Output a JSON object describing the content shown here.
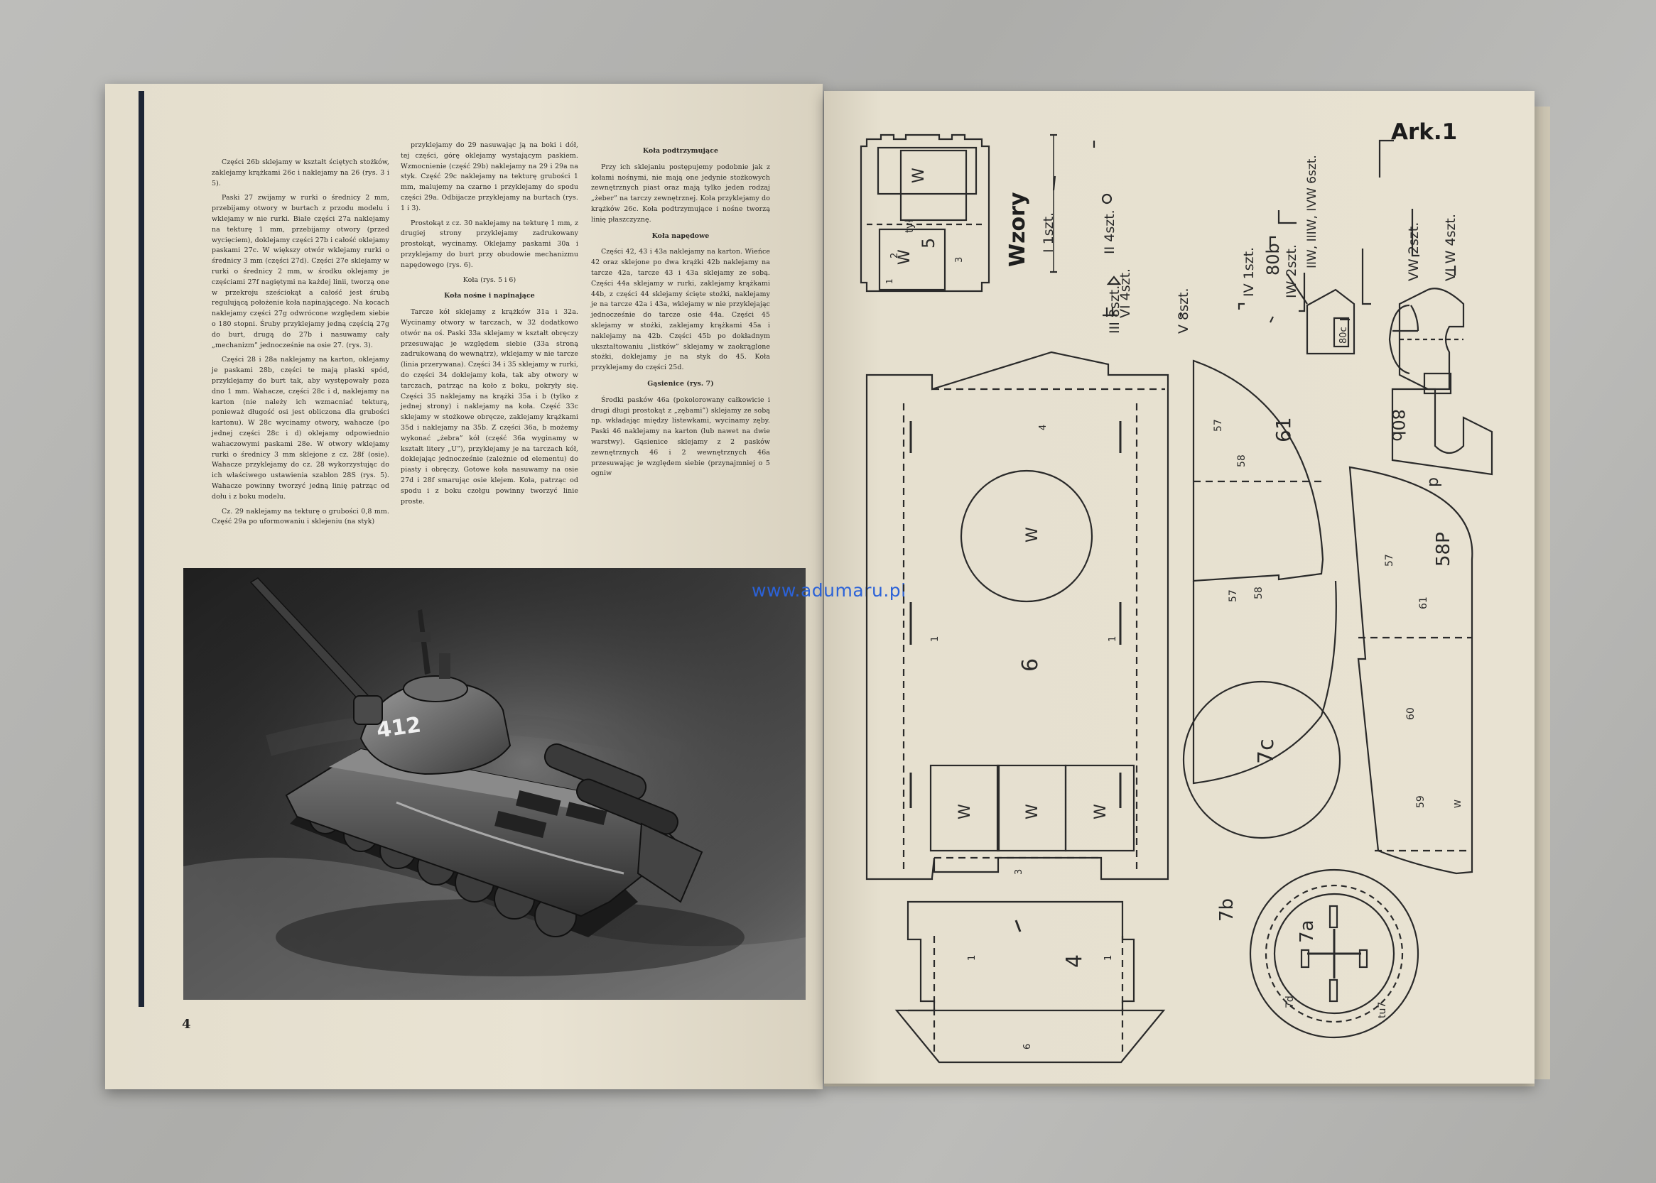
{
  "left_page": {
    "page_number": "4",
    "columns": [
      {
        "blocks": [
          {
            "type": "p",
            "text": "Części 26b sklejamy w kształt ściętych stożków, zaklejamy krążkami 26c i naklejamy na 26 (rys. 3 i 5)."
          },
          {
            "type": "p",
            "text": "Paski 27 zwijamy w rurki o średnicy 2 mm, przebijamy otwory w burtach z przodu modelu i wklejamy w nie rurki. Białe części 27a naklejamy na tekturę 1 mm, przebijamy otwory (przed wycięciem), doklejamy części 27b i całość oklejamy paskami 27c. W większy otwór wklejamy rurki o średnicy 3 mm (części 27d). Części 27e sklejamy w rurki o średnicy 2 mm, w środku oklejamy je częściami 27f nagiętymi na każdej linii, tworzą one w przekroju sześciokąt a całość jest śrubą regulującą położenie koła napinającego. Na kocach naklejamy części 27g odwrócone względem siebie o 180 stopni. Śruby przyklejamy jedną częścią 27g do burt, drugą do 27b i nasuwamy cały „mechanizm” jednocześnie na osie 27. (rys. 3)."
          },
          {
            "type": "p",
            "text": "Części 28 i 28a naklejamy na karton, oklejamy je paskami 28b, części te mają płaski spód, przyklejamy do burt tak, aby występowały poza dno 1 mm. Wahacze, części 28c i d, naklejamy na karton (nie należy ich wzmacniać tekturą, ponieważ długość osi jest obliczona dla grubości kartonu). W 28c wycinamy otwory, wahacze (po jednej części 28c i d) oklejamy odpowiednio wahaczowymi paskami 28e. W otwory wklejamy rurki o średnicy 3 mm sklejone z cz. 28f (osie). Wahacze przyklejamy do cz. 28 wykorzystując do ich właściwego ustawienia szablon 28S (rys. 5). Wahacze powinny tworzyć jedną linię patrząc od dołu i z boku modelu."
          },
          {
            "type": "p",
            "text": "Cz. 29 naklejamy na tekturę o grubości 0,8 mm. Część 29a po uformowaniu i sklejeniu (na styk)"
          }
        ]
      },
      {
        "blocks": [
          {
            "type": "p",
            "text": "przyklejamy do 29 nasuwając ją na boki i dół, tej części, górę oklejamy wystającym paskiem. Wzmocnienie (część 29b) naklejamy na 29 i 29a na styk. Część 29c naklejamy na tekturę grubości 1 mm, malujemy na czarno i przyklejamy do spodu części 29a. Odbijacze przyklejamy na burtach (rys. 1 i 3)."
          },
          {
            "type": "p",
            "text": "Prostokąt z cz. 30 naklejamy na tekturę 1 mm, z drugiej strony przyklejamy zadrukowany prostokąt, wycinamy. Oklejamy paskami 30a i przyklejamy do burt przy obudowie mechanizmu napędowego (rys. 6)."
          },
          {
            "type": "c",
            "text": "Koła (rys. 5 i 6)"
          },
          {
            "type": "h",
            "text": "Koła nośne i napinające"
          },
          {
            "type": "p",
            "text": "Tarcze kół sklejamy z krążków 31a i 32a. Wycinamy otwory w tarczach, w 32 dodatkowo otwór na oś. Paski 33a sklejamy w kształt obręczy przesuwając je względem siebie (33a stroną zadrukowaną do wewnątrz), wklejamy w nie tarcze (linia przerywana). Części 34 i 35 sklejamy w rurki, do części 34 doklejamy koła, tak aby otwory w tarczach, patrząc na koło z boku, pokryły się. Części 35 naklejamy na krążki 35a i b (tylko z jednej strony) i naklejamy na koła. Część 33c sklejamy w stożkowe obręcze, zaklejamy krążkami 35d i naklejamy na 35b. Z części 36a, b możemy wykonać „żebra” kół (część 36a wyginamy w kształt litery „U”), przyklejamy je na tarczach kół, doklejając jednocześnie (zależnie od elementu) do piasty i obręczy. Gotowe koła nasuwamy na osie 27d i 28f smarując osie klejem. Koła, patrząc od spodu i z boku czołgu powinny tworzyć linie proste."
          }
        ]
      },
      {
        "blocks": [
          {
            "type": "h",
            "text": "Koła podtrzymujące"
          },
          {
            "type": "p",
            "text": "Przy ich sklejaniu postępujemy podobnie jak z kołami nośnymi, nie mają one jedynie stożkowych zewnętrznych piast oraz mają tylko jeden rodzaj „żeber” na tarczy zewnętrznej. Koła przyklejamy do krążków 26c. Koła podtrzymujące i nośne tworzą linię płaszczyznę."
          },
          {
            "type": "h",
            "text": "Koła napędowe"
          },
          {
            "type": "p",
            "text": "Części 42, 43 i 43a naklejamy na karton. Wieńce 42 oraz sklejone po dwa krążki 42b naklejamy na tarcze 42a, tarcze 43 i 43a sklejamy ze sobą. Części 44a sklejamy w rurki, zaklejamy krążkami 44b, z części 44 sklejamy ścięte stożki, naklejamy je na tarcze 42a i 43a, wklejamy w nie przyklejając jednocześnie do tarcze osie 44a. Części 45 sklejamy w stożki, zaklejamy krążkami 45a i naklejamy na 42b. Części 45b po dokładnym ukształtowaniu „listków” sklejamy w zaokrąglone stożki, doklejamy je na styk do 45. Koła przyklejamy do części 25d."
          },
          {
            "type": "h",
            "text": "Gąsienice (rys. 7)"
          },
          {
            "type": "p",
            "text": "Środki pasków 46a (pokolorowany całkowicie i drugi długi prostokąt z „zębami”) sklejamy ze sobą np. wkładając między listewkami, wycinamy zęby. Paski 46 naklejamy na karton (lub nawet na dwie warstwy). Gąsienice sklejamy z 2 pasków zewnętrznych 46 i 2 wewnętrznych 46a przesuwając je względem siebie (przynajmniej o 5 ogniw"
          }
        ]
      }
    ],
    "photo": {
      "turret_number": "412"
    }
  },
  "watermark": "www.adumaru.pl",
  "right_page": {
    "sheet_label": "Ark.1",
    "patterns_title": "Wzory",
    "labels": {
      "tyl": "tył",
      "n5": "5",
      "n2": "2",
      "n3": "3",
      "n1": "1",
      "w": "W",
      "n6": "6",
      "n4": "4",
      "n7c": "7c",
      "n7b": "7b",
      "n7a": "7a",
      "n7d": "7d",
      "tu7": "tu7",
      "n57": "57",
      "n58": "58",
      "n61": "61",
      "n58p": "58P",
      "n59": "59",
      "n60": "60",
      "n80c": "80c",
      "n80b": "80b",
      "n80b2": "80b",
      "d": "d",
      "i1szt": "I  1szt.",
      "ii4szt": "II 4szt.",
      "iii8szt": "III 8szt.",
      "vi4szt": "VI 4szt.",
      "v8szt": "V 8szt.",
      "iv1szt": "IV 1szt.",
      "iw2szt": "IW 2szt.",
      "w6szt": "IIW, IIIW, IVW 6szt.",
      "vw2szt": "VW 2szt.",
      "viw4szt": "VI W 4szt."
    }
  }
}
